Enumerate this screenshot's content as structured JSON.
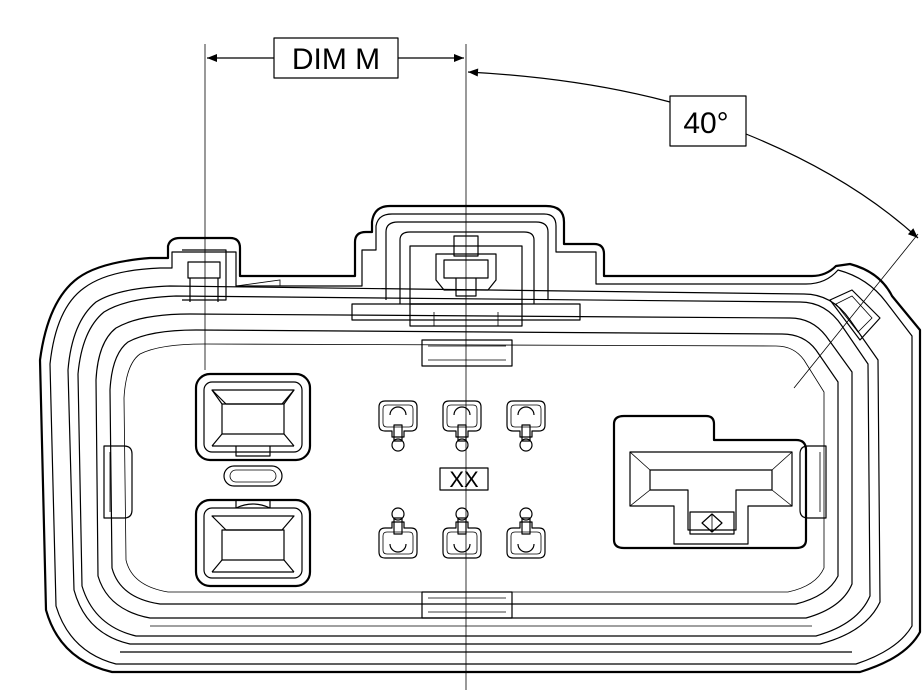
{
  "dimensions": {
    "linear_label": "DIM M",
    "angle_label": "40°"
  },
  "connector": {
    "marking_label": "XX",
    "terminal_rows": 2,
    "terminals_per_row": 3
  },
  "colors": {
    "line": "#000000",
    "background": "#ffffff",
    "shade": "#d9d9d9"
  }
}
